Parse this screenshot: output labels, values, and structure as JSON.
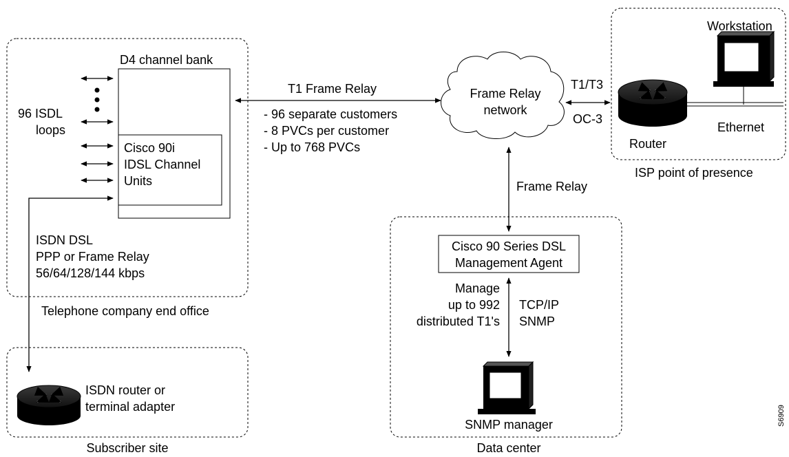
{
  "telco": {
    "region_label": "Telephone company end office",
    "d4_label": "D4 channel bank",
    "loops_line1": "96 ISDL",
    "loops_line2": "loops",
    "cisco90i_line1": "Cisco 90i",
    "cisco90i_line2": "IDSL Channel",
    "cisco90i_line3": "Units",
    "isdn_line1": "ISDN DSL",
    "isdn_line2": "PPP or Frame Relay",
    "isdn_line3": "56/64/128/144 kbps"
  },
  "t1_link": {
    "title": "T1 Frame Relay",
    "bullet1": "- 96 separate customers",
    "bullet2": "-  8 PVCs per customer",
    "bullet3": "- Up to 768 PVCs"
  },
  "cloud": {
    "line1": "Frame Relay",
    "line2": "network"
  },
  "isp": {
    "region_label": "ISP point of presence",
    "link_top": "T1/T3",
    "link_bottom": "OC-3",
    "router_label": "Router",
    "workstation_label": "Workstation",
    "ethernet_label": "Ethernet"
  },
  "vertical_link_label": "Frame Relay",
  "datacenter": {
    "region_label": "Data center",
    "agent_line1": "Cisco 90 Series DSL",
    "agent_line2": "Management Agent",
    "manage_line1": "Manage",
    "manage_line2": "up to 992",
    "manage_line3": "distributed T1's",
    "proto_line1": "TCP/IP",
    "proto_line2": "SNMP",
    "snmp_label": "SNMP manager"
  },
  "subscriber": {
    "region_label": "Subscriber site",
    "router_line1": "ISDN router or",
    "router_line2": "terminal adapter"
  },
  "figure_id": "S6909"
}
